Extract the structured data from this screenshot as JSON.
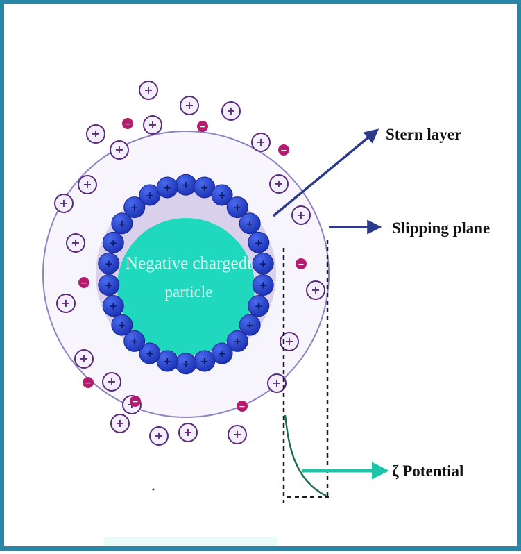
{
  "diagram": {
    "particle_label": "Negative chargedt particle",
    "particle_lines": [
      "Negative chargedt",
      "particle"
    ],
    "labels": {
      "stern_layer": "Stern layer",
      "slipping_plane": "Slipping plane",
      "zeta_potential": "ζ Potential"
    },
    "icons": {
      "positive_ion": "plus-sign-icon",
      "negative_ion": "minus-sign-icon"
    },
    "colors": {
      "particle": "#20d8be",
      "stern_ion": "#2a45c9",
      "diffuse_positive": "#5b2a78",
      "diffuse_negative": "#b41d6e",
      "arrow_blue": "#2c3a8c",
      "arrow_teal": "#1cc4a8",
      "frame_border": "#2a86a6"
    }
  }
}
